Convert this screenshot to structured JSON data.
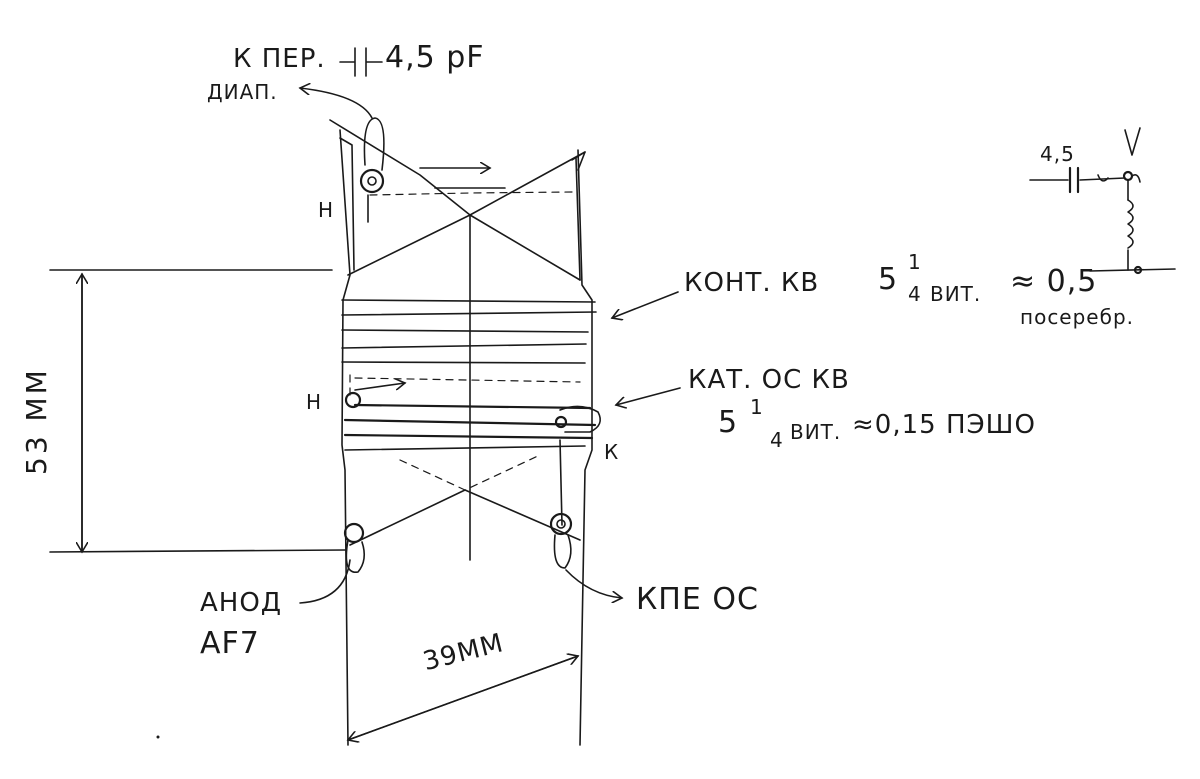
{
  "labels": {
    "k_per": "К ПЕР.",
    "capacitance": "4,5 pF",
    "diap": "ДИАП.",
    "h_top": "Н",
    "h_mid": "Н",
    "k_pin": "К",
    "kont_kv": "КОНТ. КВ",
    "kont_whole": "5",
    "kont_num": "1",
    "kont_den": "4",
    "kont_vit": "ВИТ.",
    "kont_wire": "≈ 0,5",
    "poserebr": "посеребр.",
    "kat_os_kv": "КАТ. ОС КВ",
    "kat_whole": "5",
    "kat_num": "1",
    "kat_den": "4",
    "kat_vit": "ВИТ.",
    "kat_wire": "≈0,15 ПЭШО",
    "anod": "АНОД",
    "af7": "AF7",
    "kpe_os": "КПЕ ОС",
    "height_dim": "53 ММ",
    "width_dim": "39ММ",
    "schem_cap": "4,5"
  }
}
